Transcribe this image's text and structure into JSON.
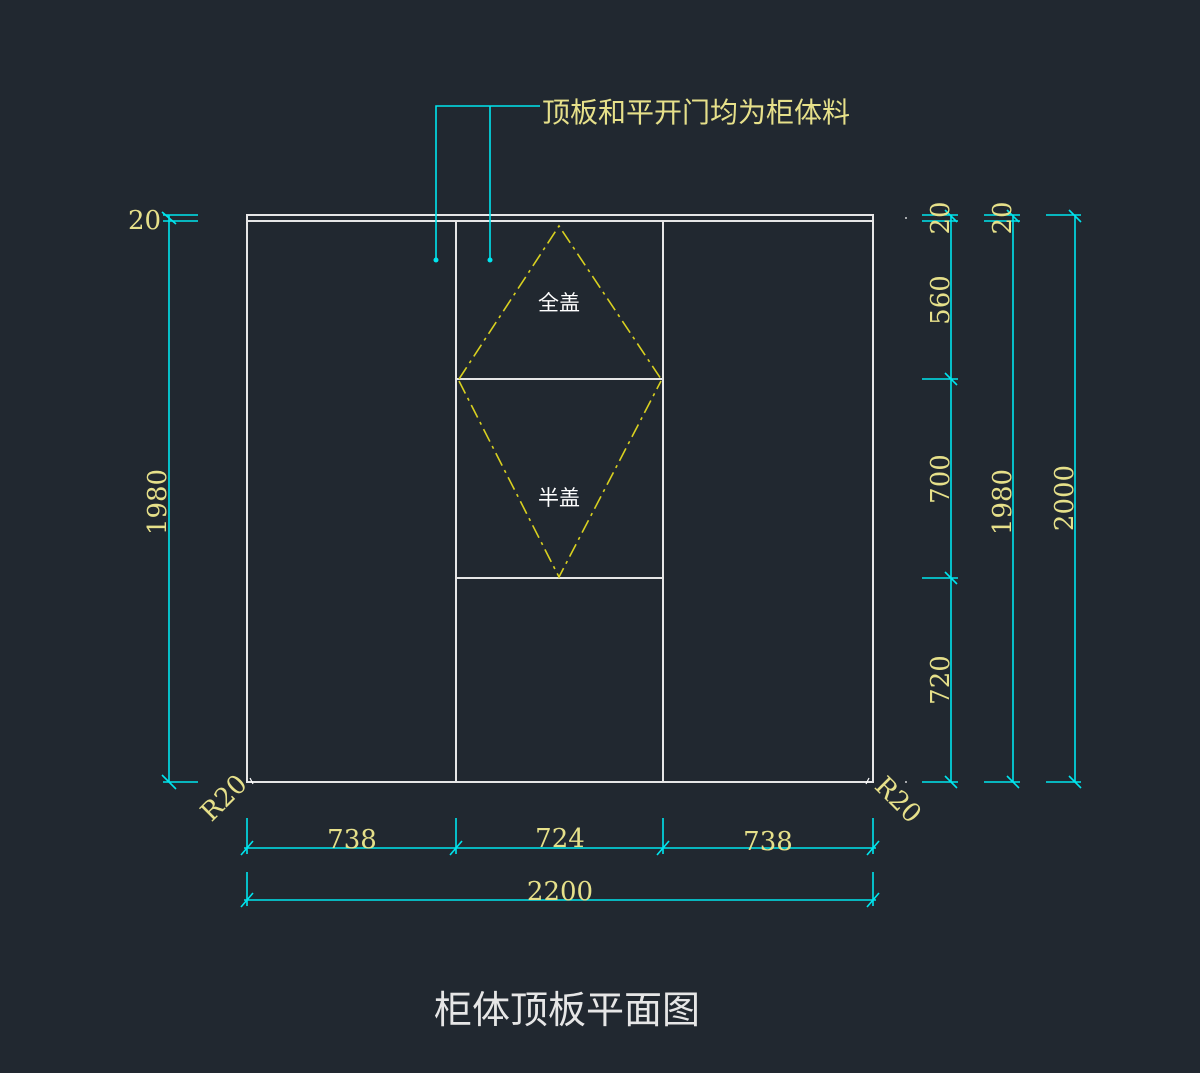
{
  "colors": {
    "background": "#212830",
    "outline": "#e6e6e6",
    "dimension": "#00e5ee",
    "text": "#e6e08a",
    "diamond": "#d8d020",
    "label": "#ffffff"
  },
  "note": {
    "text": "顶板和平开门均为柜体料"
  },
  "labels": {
    "full_overlay": "全盖",
    "half_overlay": "半盖"
  },
  "title": "柜体顶板平面图",
  "dimensions": {
    "top_thickness_left": "20",
    "height_left": "1980",
    "radius_left": "R20",
    "radius_right": "R20",
    "width_left": "738",
    "width_middle": "724",
    "width_right": "738",
    "width_total": "2200",
    "right_top_20": "20",
    "right_560": "560",
    "right_700": "700",
    "right_720": "720",
    "right2_20": "20",
    "right2_1980": "1980",
    "right3_2000": "2000"
  }
}
